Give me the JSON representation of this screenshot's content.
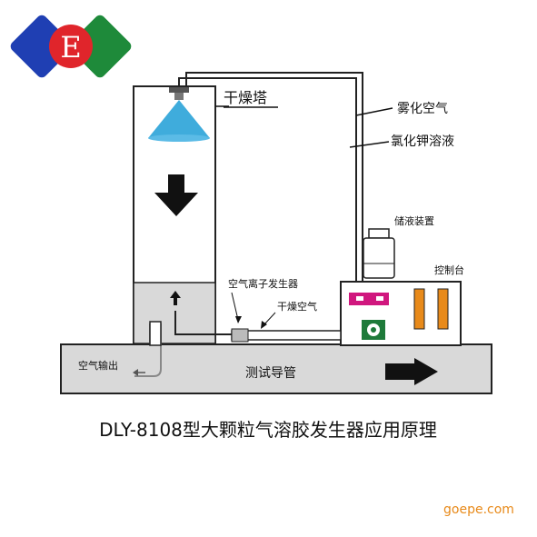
{
  "logo": {
    "letter": "E",
    "colors": {
      "left": "#1f3fb3",
      "right": "#1e8a3a",
      "center": "#e0252b"
    }
  },
  "labels": {
    "dryer_tower": "干燥塔",
    "atomized_air": "雾化空气",
    "kcl_solution": "氯化钾溶液",
    "reservoir": "储液装置",
    "control_panel": "控制台",
    "ion_generator": "空气离子发生器",
    "dry_air": "干燥空气",
    "air_outlet": "空气输出",
    "test_duct": "测试导管"
  },
  "caption": "DLY-8108型大颗粒气溶胶发生器应用原理",
  "watermark": "goepe.com",
  "colors": {
    "spray": "#2aa3d8",
    "magenta": "#d0177e",
    "orange": "#e88a1a",
    "green": "#1e7a3a",
    "gray_base": "#d9d9d9"
  }
}
